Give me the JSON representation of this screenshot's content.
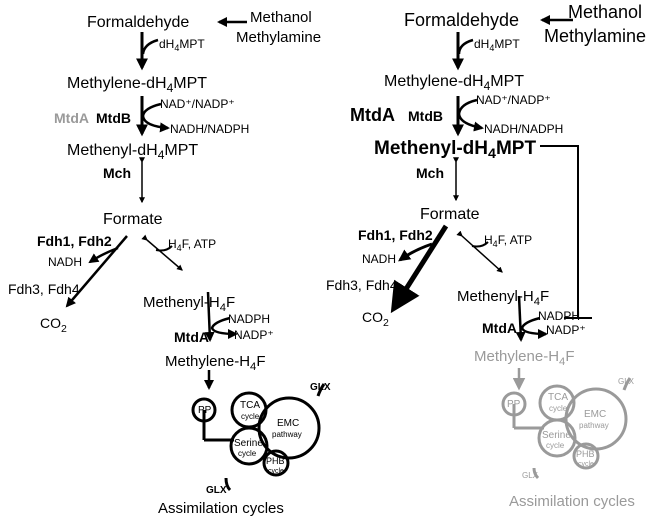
{
  "left": {
    "formaldehyde": "Formaldehyde",
    "methanol": "Methanol",
    "methylamine": "Methylamine",
    "dh4mpt_pre": "dH",
    "dh4mpt_sub": "4",
    "dh4mpt_post": "MPT",
    "methylene_dh4mpt_pre": "Methylene-dH",
    "methylene_dh4mpt_sub": "4",
    "methylene_dh4mpt_post": "MPT",
    "mtda_grey": "MtdA",
    "mtdb": "MtdB",
    "nadp_label": "NAD⁺/NADP⁺",
    "nadph_label": "NADH/NADPH",
    "methenyl_dh4mpt_pre": "Methenyl-dH",
    "methenyl_dh4mpt_sub": "4",
    "methenyl_dh4mpt_post": "MPT",
    "mch": "Mch",
    "formate": "Formate",
    "fdh12": "Fdh1, Fdh2",
    "nadh": "NADH",
    "fdh34": "Fdh3, Fdh4",
    "co2_pre": "CO",
    "co2_sub": "2",
    "h4f_atp_pre": "H",
    "h4f_atp_sub": "4",
    "h4f_atp_post": "F, ATP",
    "methenyl_h4f_pre": "Methenyl-H",
    "methenyl_h4f_sub": "4",
    "methenyl_h4f_post": "F",
    "mtda": "MtdA",
    "nadph": "NADPH",
    "nadp": "NADP⁺",
    "methylene_h4f_pre": "Methylene-H",
    "methylene_h4f_sub": "4",
    "methylene_h4f_post": "F",
    "pp": "PP",
    "tca": "TCA",
    "tca_cycle": "cycle",
    "emc": "EMC",
    "emc_pathway": "pathway",
    "serine": "Serine",
    "serine_cycle": "cycle",
    "phb": "PHB",
    "phb_cycle": "cycle",
    "glx_top": "GLX",
    "glx_bottom": "GLX",
    "assimilation": "Assimilation cycles"
  },
  "right": {
    "formaldehyde": "Formaldehyde",
    "methanol": "Methanol",
    "methylamine": "Methylamine",
    "dh4mpt_pre": "dH",
    "dh4mpt_sub": "4",
    "dh4mpt_post": "MPT",
    "methylene_dh4mpt_pre": "Methylene-dH",
    "methylene_dh4mpt_sub": "4",
    "methylene_dh4mpt_post": "MPT",
    "mtda": "MtdA",
    "mtdb": "MtdB",
    "nadp_label": "NAD⁺/NADP⁺",
    "nadph_label": "NADH/NADPH",
    "methenyl_dh4mpt_pre": "Methenyl-dH",
    "methenyl_dh4mpt_sub": "4",
    "methenyl_dh4mpt_post": "MPT",
    "mch": "Mch",
    "formate": "Formate",
    "fdh12": "Fdh1, Fdh2",
    "nadh": "NADH",
    "fdh34": "Fdh3, Fdh4",
    "co2_pre": "CO",
    "co2_sub": "2",
    "h4f_atp_pre": "H",
    "h4f_atp_sub": "4",
    "h4f_atp_post": "F, ATP",
    "methenyl_h4f_pre": "Methenyl-H",
    "methenyl_h4f_sub": "4",
    "methenyl_h4f_post": "F",
    "mtda2": "MtdA",
    "nadph": "NADPH",
    "nadp": "NADP⁺",
    "methylene_h4f_pre": "Methylene-H",
    "methylene_h4f_sub": "4",
    "methylene_h4f_post": "F",
    "pp": "PP",
    "tca": "TCA",
    "tca_cycle": "cycle",
    "emc": "EMC",
    "emc_pathway": "pathway",
    "serine": "Serine",
    "serine_cycle": "cycle",
    "phb": "PHB",
    "phb_cycle": "cycle",
    "glx_top": "GLX",
    "glx_bottom": "GLX",
    "assimilation": "Assimilation cycles"
  },
  "colors": {
    "black": "#000000",
    "grey": "#9a9a9a"
  }
}
